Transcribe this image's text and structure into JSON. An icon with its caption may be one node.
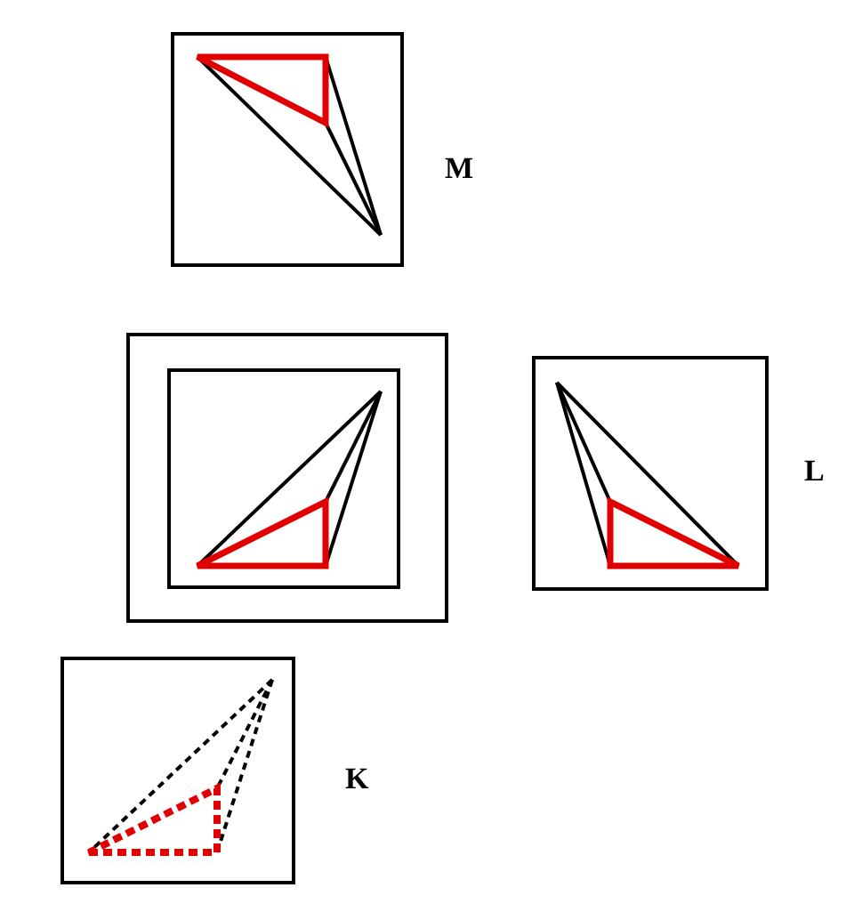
{
  "diagram": {
    "nodes": [
      {
        "text": [],
        "shape": "box",
        "beside": [
          "M"
        ]
      },
      {
        "text": [],
        "shape": "box"
      },
      {
        "text": [],
        "shape": "box",
        "in": 1
      },
      {
        "text": [],
        "shape": "box",
        "beside": [
          "L"
        ]
      },
      {
        "text": [],
        "shape": "box",
        "beside": [
          "K"
        ]
      }
    ]
  }
}
